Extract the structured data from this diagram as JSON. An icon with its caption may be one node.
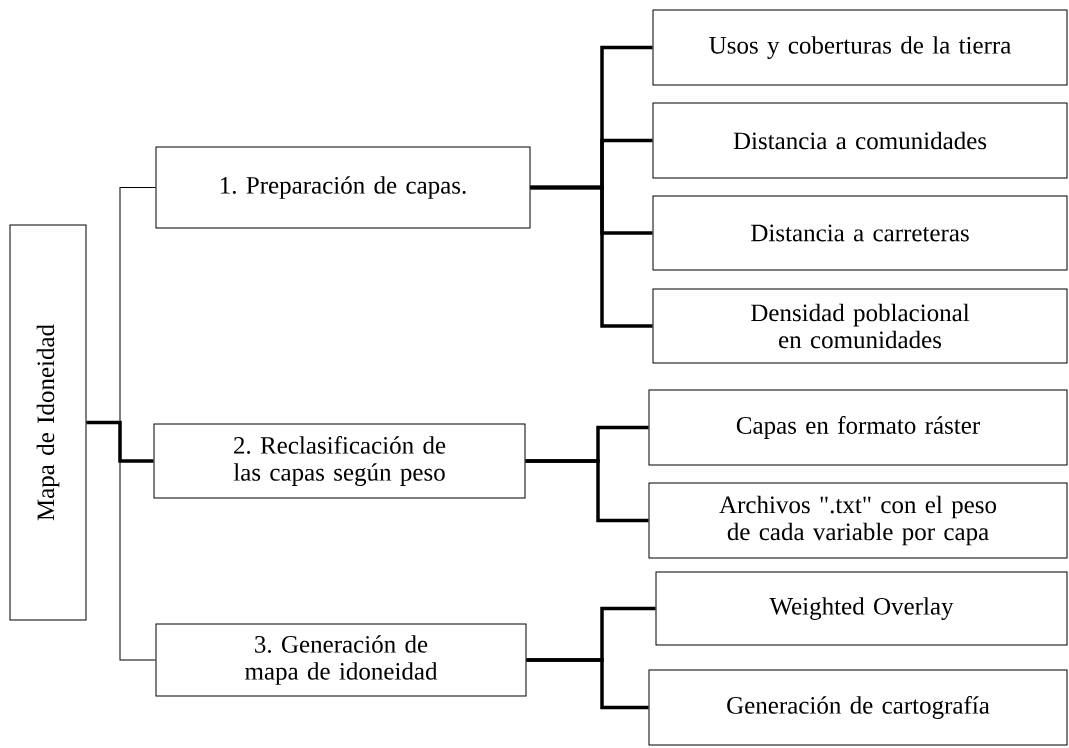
{
  "diagram": {
    "nodes": [
      {
        "text": [
          "Mapa de Idoneidad"
        ]
      },
      {
        "text": [
          "1. Preparación de capas."
        ]
      },
      {
        "text": [
          "2. Reclasificación de las capas según peso"
        ]
      },
      {
        "text": [
          "3. Generación de mapa de idoneidad"
        ]
      },
      {
        "text": [
          "Usos y coberturas de la tierra"
        ]
      },
      {
        "text": [
          "Distancia a comunidades"
        ]
      },
      {
        "text": [
          "Distancia a carreteras"
        ]
      },
      {
        "text": [
          "Densidad poblacional en comunidades"
        ]
      },
      {
        "text": [
          "Capas en formato ráster"
        ]
      },
      {
        "text": [
          "Archivos \".txt\" con el peso de cada variable por capa"
        ]
      },
      {
        "text": [
          "Weighted Overlay"
        ]
      },
      {
        "text": [
          "Generación de cartografía"
        ]
      }
    ],
    "edges": [
      {
        "from": 0,
        "to": 1,
        "arrow": "none"
      },
      {
        "from": 0,
        "to": 2,
        "arrow": "none"
      },
      {
        "from": 0,
        "to": 3,
        "arrow": "none"
      },
      {
        "from": 1,
        "to": 4,
        "arrow": "none"
      },
      {
        "from": 1,
        "to": 5,
        "arrow": "none"
      },
      {
        "from": 1,
        "to": 6,
        "arrow": "none"
      },
      {
        "from": 1,
        "to": 7,
        "arrow": "none"
      },
      {
        "from": 2,
        "to": 8,
        "arrow": "none"
      },
      {
        "from": 2,
        "to": 9,
        "arrow": "none"
      },
      {
        "from": 3,
        "to": 10,
        "arrow": "none"
      },
      {
        "from": 3,
        "to": 11,
        "arrow": "none"
      }
    ]
  }
}
